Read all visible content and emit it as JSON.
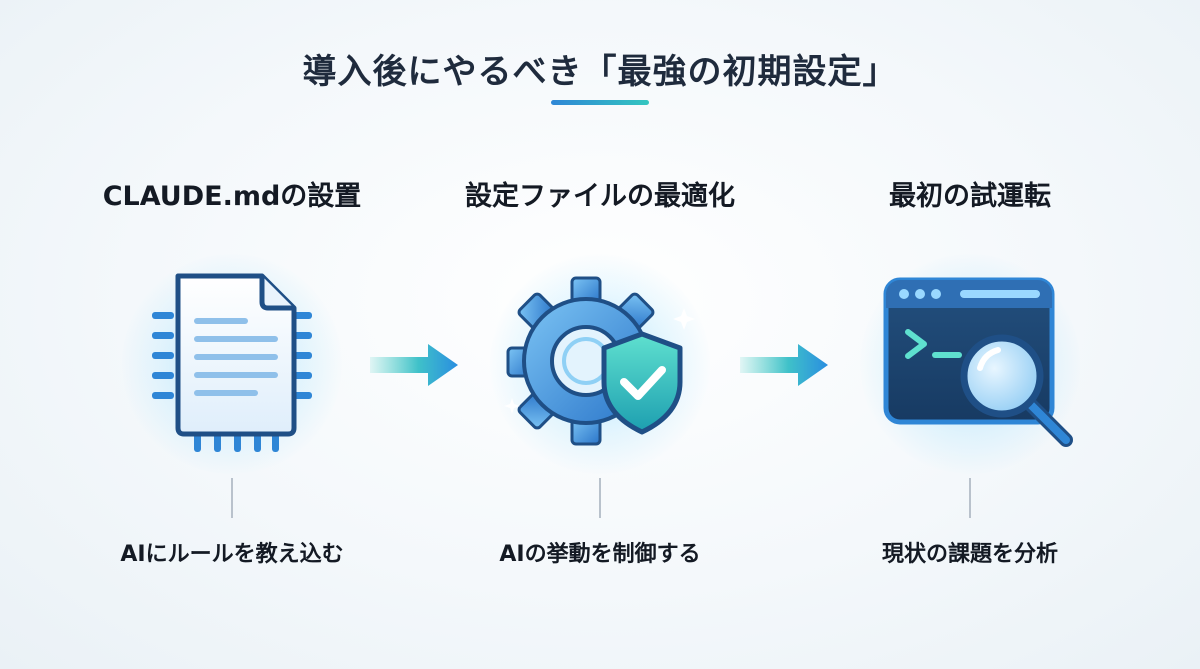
{
  "title": "導入後にやるべき「最強の初期設定」",
  "steps": [
    {
      "title": "CLAUDE.mdの設置",
      "description": "AIにルールを教え込む",
      "icon": "document-chip-icon"
    },
    {
      "title": "設定ファイルの最適化",
      "description": "AIの挙動を制御する",
      "icon": "gear-shield-icon"
    },
    {
      "title": "最初の試運転",
      "description": "現状の課題を分析",
      "icon": "terminal-magnifier-icon"
    }
  ],
  "arrows": [
    "arrow-right-icon",
    "arrow-right-icon"
  ],
  "colors": {
    "accent_blue": "#2f86d6",
    "accent_teal": "#34c6c0",
    "text_dark": "#1f2b3d"
  }
}
